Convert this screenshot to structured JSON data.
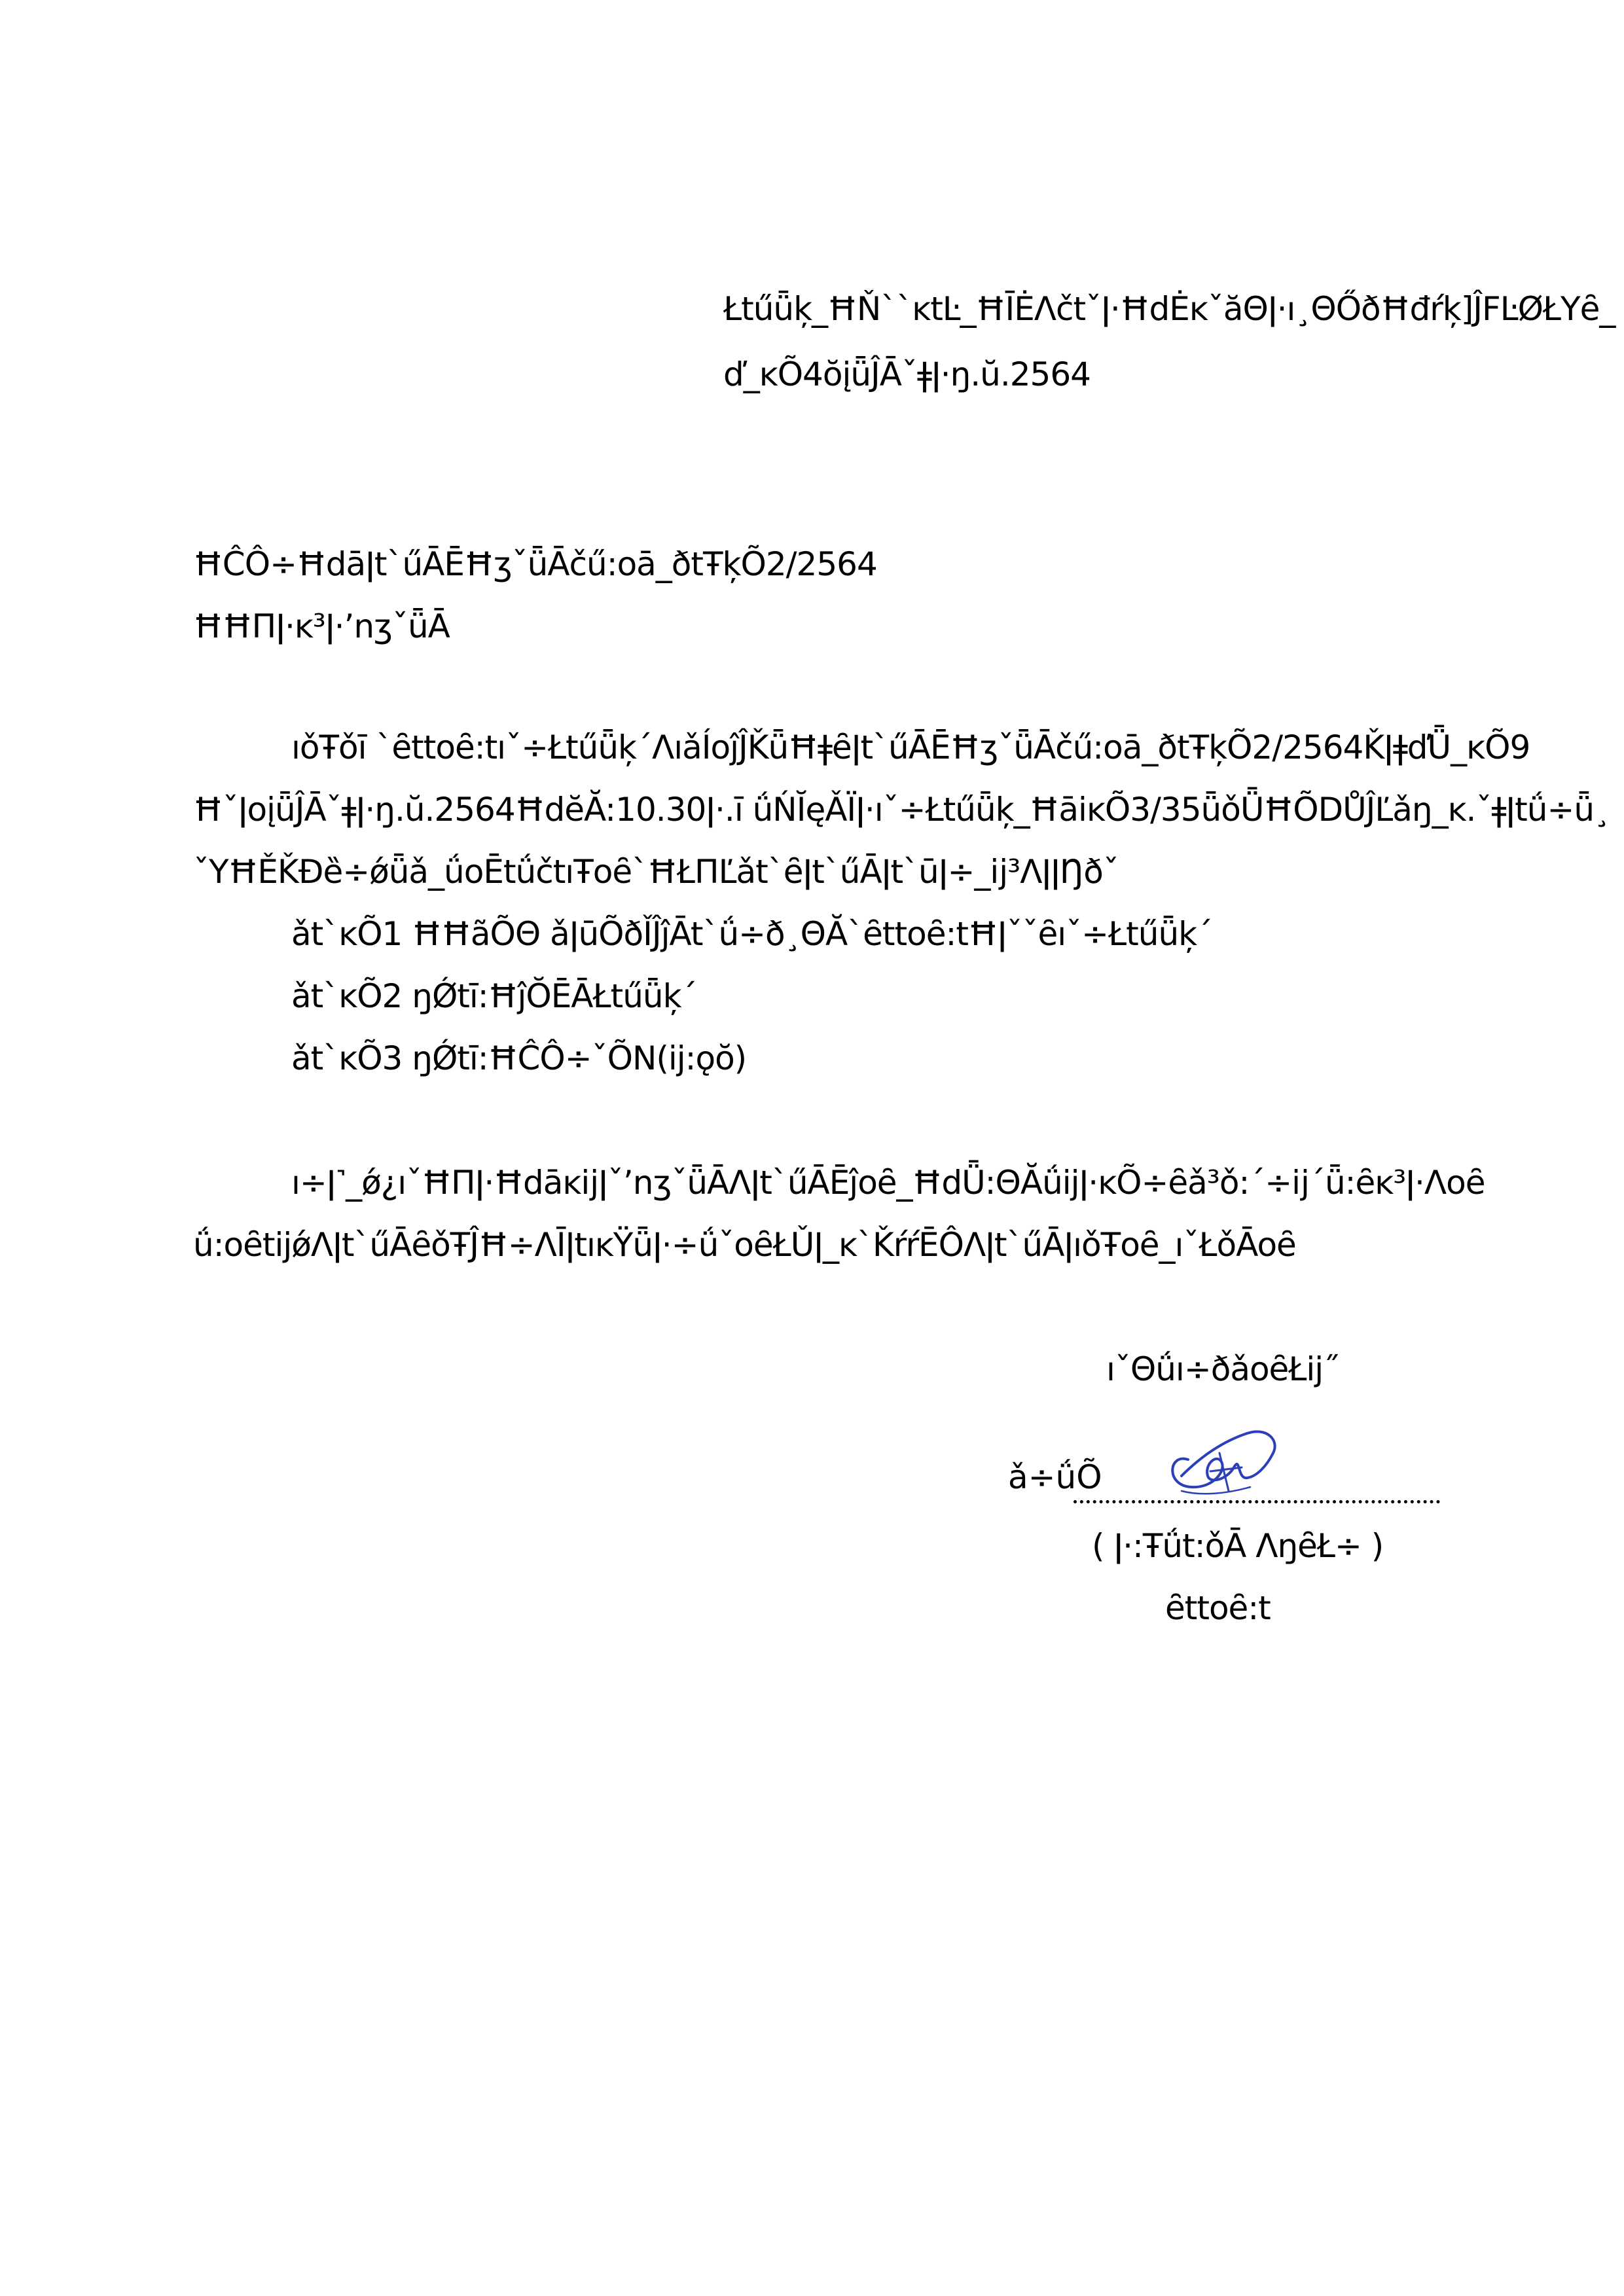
{
  "header": {
    "line1": "Łtűǖķ_ĦŇ`ˋĸtĿ_ĦĪĖΛčtˇǀ·ĦdĖĸˇăΘǀ·ı¸ΘŐðĦđŕķ]ĴFĿØŁYȇ_",
    "line2": "ď_ĸÕ4ŏįǖĴĀˇǂǀ·ŋ.ŭ.2564"
  },
  "subject": {
    "line1": "ĦĈÔ÷ĦdāǀtˋűĀĒĦʒˇǖĀčű:oā_ðtŦķÕ2/2564",
    "line2": "ĦĦΠǀ·ĸ³ǀ·ʼnʒˇǖĀ"
  },
  "paragraph1": {
    "line1": "ıǒŦǒī ˋȇttoȇ:tıˇ÷Łtűǖķ´ΛıǎÍoĵĴǨǖĦǂȇǀtˋűĀĒĦʒˇǖĀčű:oā_ðtŦķÕ2/2564ǨǀǂďǕ_ĸÕ9",
    "line2": "ĦˇǀoįǖĴĀˇǂǀ·ŋ.ŭ.2564ĦdĕĂ:10.30ǀ·.ī ǘŃĬęǍÏǀ·ıˇ÷Łtűǖķ_ĦāiĸÕ3/35ǖǒǕĦÕDŮĴĽǎŋ_ĸ.ˇǂǀtǘ÷ǖ¸",
    "line3": "ˇYĦĚǨĐȅ÷ǿǖǎ_ǘoĒtǘčtıŦoȇ`ĦŁΠĽǎtˋȇǀtˋűĀǀtˋūǀ÷_ĳ³ΛǀǀŊðˇ"
  },
  "agenda": [
    "ǎtˋĸÕ1 ĦĦãÕΘ ǎǀūÕðǏĴĵĀtˋǘ÷ð¸ΘĂˋȇttoȇ:tĦǀˇˇȇıˇ÷Łtűǖķ´",
    "ǎtˋĸÕ2 ŋǾtī:ĦĵŎĒĀŁtűǖķ´",
    "ǎtˋĸÕ3 ŋǾtī:ĦĈÔ÷ˇÕN(ij:ǫŏ)"
  ],
  "paragraph2": {
    "line1": "ı÷ǀ˺_ǿ¿ıˇĦΠǀ·ĦdāĸĳǀˇʼnʒˇǖĀΛǀtˋűĀĒĵoȇ_ĦdǕ:ΘĂǘijǀ·ĸÕ÷ȇǎ³ǒ:´÷ĳ´ǖ:ȇĸ³ǀ·Λoȇ",
    "line2": "ǘ:oȇtijǿΛǀtˋűĀȇǒŦĴĦ÷ΛĪǀtıĸŸǖǀ·÷ǘˇoȇŁǓǀ_ĸˋǨŕŕĒÔΛǀtˋűĀǀıǒŦoȇ_ıˇŁǒĀoȇ"
  },
  "closing": "ıˇΘǘı÷ðǎoȇŁij˝",
  "signature": {
    "label": "ǎ÷ǘÕ",
    "name_line": "( ǀ·:Ŧǘt:ǒĀ ΛŋȇŁ÷ )",
    "position": "ȇttoȇ:t"
  },
  "colors": {
    "text": "#000000",
    "signature_ink": "#2a3fb8",
    "background": "#ffffff"
  }
}
